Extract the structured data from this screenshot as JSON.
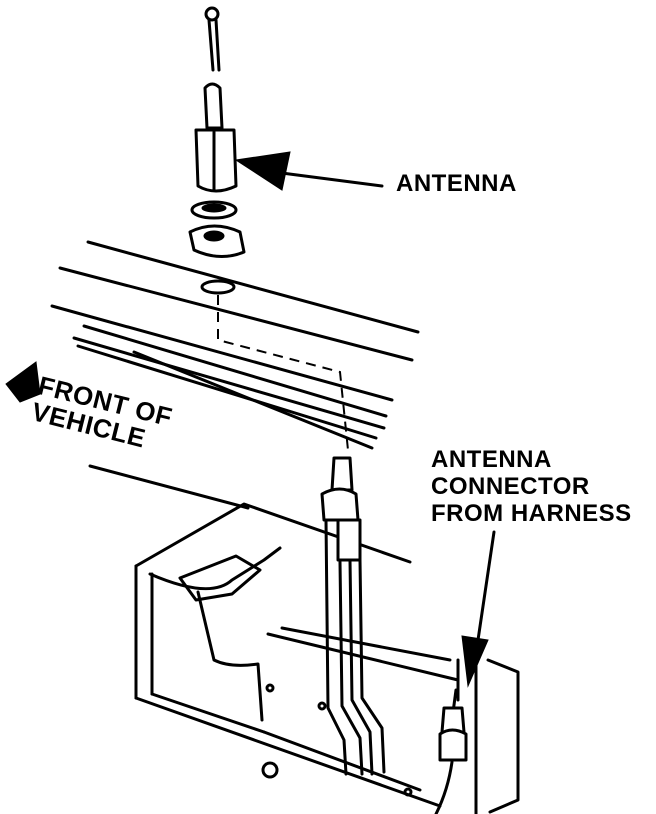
{
  "labels": {
    "antenna": "ANTENNA",
    "front_line1": "FRONT OF",
    "front_line2": "VEHICLE",
    "connector_line1": "ANTENNA",
    "connector_line2": "CONNECTOR",
    "connector_line3": "FROM HARNESS"
  },
  "colors": {
    "ink": "#000000",
    "paper": "#ffffff"
  }
}
